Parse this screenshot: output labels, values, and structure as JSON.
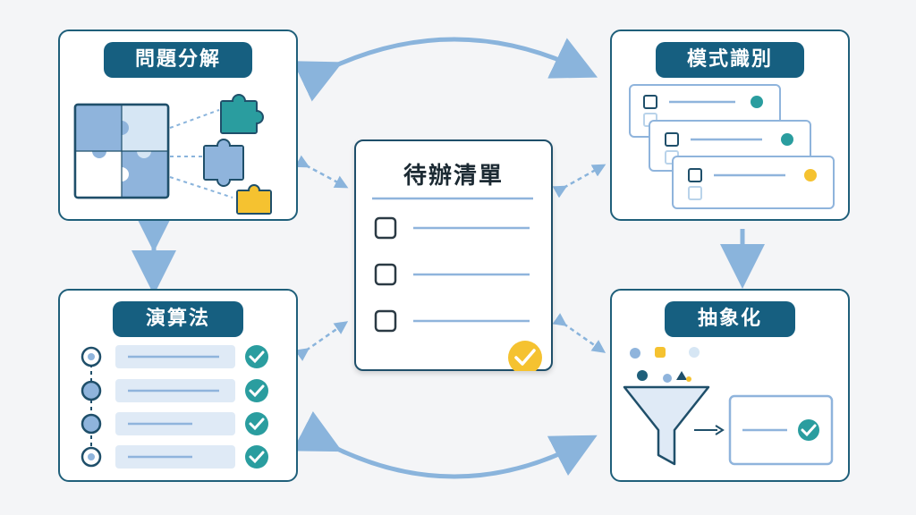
{
  "center": {
    "title": "待辦清單",
    "items_count_visible": 3
  },
  "panels": {
    "decomposition": {
      "title": "問題分解"
    },
    "pattern": {
      "title": "模式識別"
    },
    "algorithm": {
      "title": "演算法"
    },
    "abstraction": {
      "title": "抽象化"
    }
  },
  "colors": {
    "panel_border": "#1f5f7a",
    "title_bg": "#165f80",
    "arrow": "#8ab4dc",
    "teal": "#2a9d9f",
    "yellow": "#f5c230",
    "light_blue": "#b9d3ea",
    "mid_blue": "#8fb4dc"
  }
}
